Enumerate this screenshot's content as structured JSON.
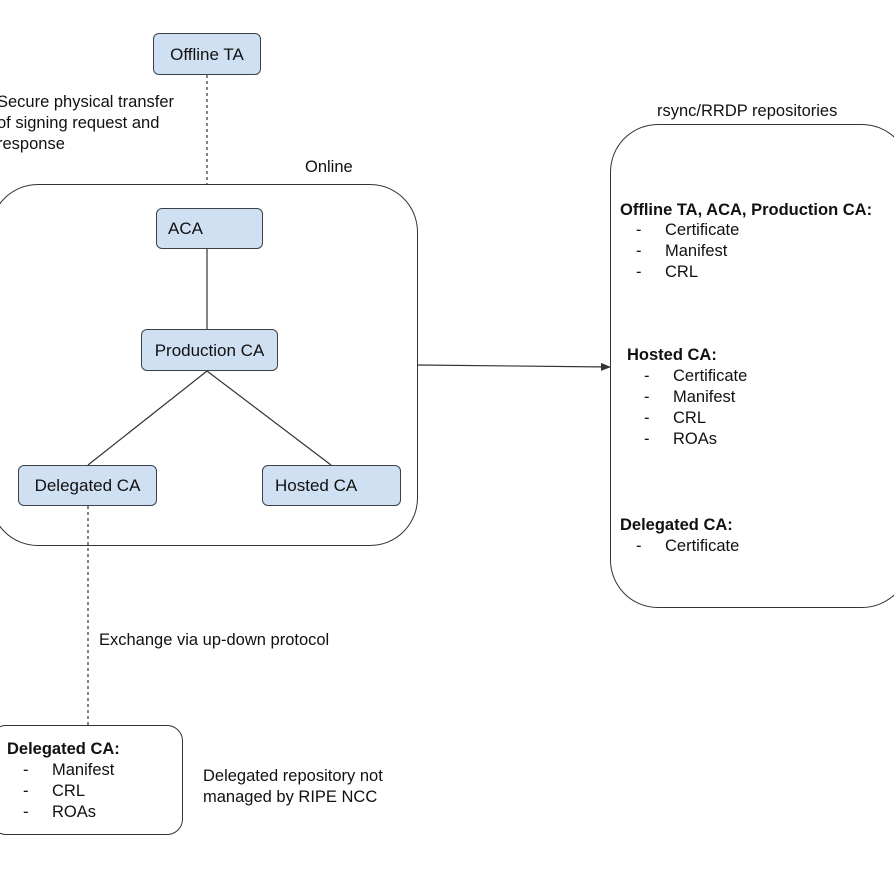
{
  "nodes": {
    "offline_ta": "Offline TA",
    "aca": "ACA",
    "production_ca": "Production CA",
    "delegated_ca": "Delegated CA",
    "hosted_ca": "Hosted CA"
  },
  "labels": {
    "secure_transfer": [
      "Secure physical transfer",
      "of signing request and",
      "response"
    ],
    "online": "Online",
    "repositories_title": "rsync/RRDP repositories",
    "exchange": "Exchange via up-down protocol",
    "delegated_repo_note": [
      "Delegated repository not",
      "managed by RIPE NCC"
    ]
  },
  "repository": {
    "bullet": "-",
    "sections": [
      {
        "heading": "Offline TA, ACA, Production CA:",
        "items": [
          "Certificate",
          "Manifest",
          "CRL"
        ]
      },
      {
        "heading": "Hosted CA:",
        "items": [
          "Certificate",
          "Manifest",
          "CRL",
          "ROAs"
        ]
      },
      {
        "heading": "Delegated CA:",
        "items": [
          "Certificate"
        ]
      }
    ]
  },
  "delegated_repository": {
    "bullet": "-",
    "heading": "Delegated CA:",
    "items": [
      "Manifest",
      "CRL",
      "ROAs"
    ]
  }
}
